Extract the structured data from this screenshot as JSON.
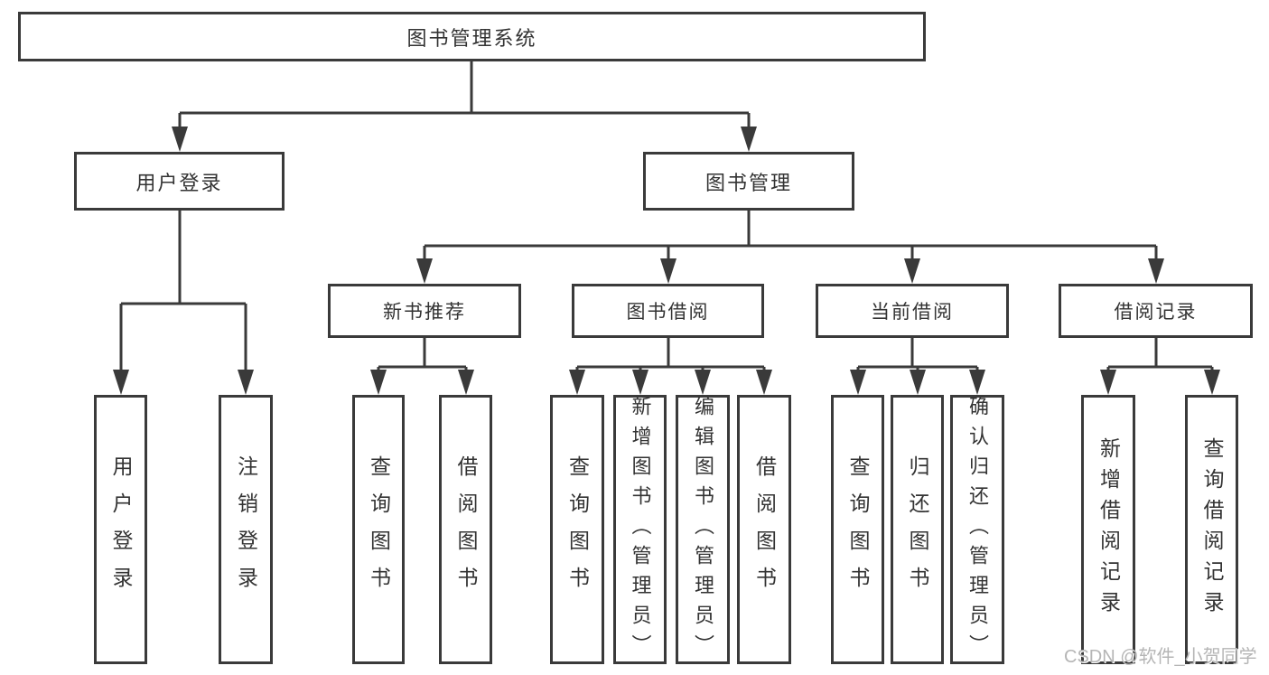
{
  "diagram": {
    "root": {
      "label": "图书管理系统"
    },
    "user_login": {
      "label": "用户登录",
      "children": [
        {
          "label": "用户登录"
        },
        {
          "label": "注销登录"
        }
      ]
    },
    "book_mgmt": {
      "label": "图书管理",
      "new_books": {
        "label": "新书推荐",
        "children": [
          {
            "label": "查询图书"
          },
          {
            "label": "借阅图书"
          }
        ]
      },
      "borrowing": {
        "label": "图书借阅",
        "children": [
          {
            "label": "查询图书"
          },
          {
            "label": "新增图书（管理员）"
          },
          {
            "label": "编辑图书（管理员）"
          },
          {
            "label": "借阅图书"
          }
        ]
      },
      "current": {
        "label": "当前借阅",
        "children": [
          {
            "label": "查询图书"
          },
          {
            "label": "归还图书"
          },
          {
            "label": "确认归还（管理员）"
          }
        ]
      },
      "records": {
        "label": "借阅记录",
        "children": [
          {
            "label": "新增借阅记录"
          },
          {
            "label": "查询借阅记录"
          }
        ]
      }
    },
    "watermark": "CSDN @软件_小贺同学",
    "colors": {
      "line": "#3a3a3a",
      "text": "#333333",
      "watermark": "#b5b5b5",
      "node_background": "#ffffff",
      "page_background": "#ffffff"
    }
  }
}
